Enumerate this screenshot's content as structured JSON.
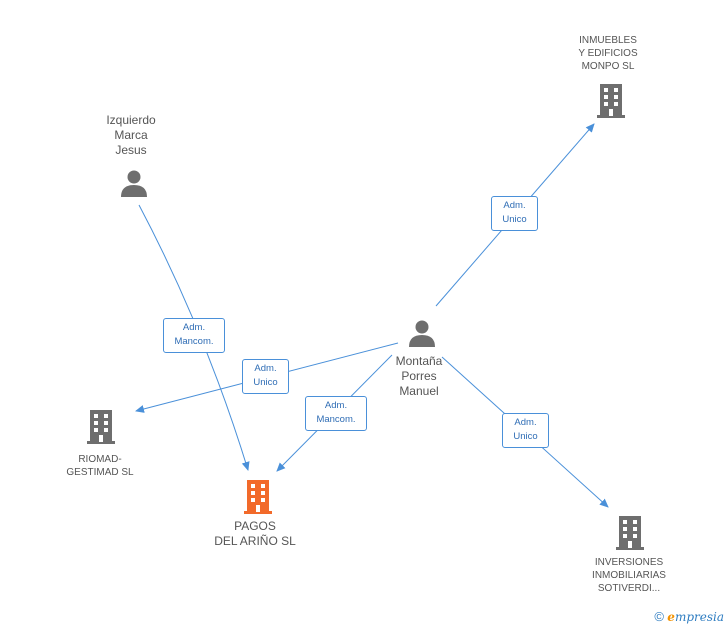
{
  "colors": {
    "edge": "#4a90d9",
    "node_gray": "#6e6e6e",
    "node_focus": "#f26a2a",
    "role_border": "#4a90d9",
    "role_text": "#2f6db5"
  },
  "nodes": {
    "izquierdo": {
      "label": "Izquierdo\nMarca\nJesus",
      "icon": "person-icon"
    },
    "montana": {
      "label": "Montaña\nPorres\nManuel",
      "icon": "person-icon"
    },
    "inmuebles": {
      "label": "INMUEBLES\nY EDIFICIOS\nMONPO  SL",
      "icon": "building-icon"
    },
    "riomad": {
      "label": "RIOMAD-\nGESTIMAD SL",
      "icon": "building-icon"
    },
    "pagos": {
      "label": "PAGOS\nDEL ARIÑO SL",
      "icon": "building-icon"
    },
    "inversiones": {
      "label": "INVERSIONES\nINMOBILIARIAS\nSOTIVERDI...",
      "icon": "building-icon"
    }
  },
  "edges": [
    {
      "from": "izquierdo",
      "to": "pagos",
      "role": "Adm.\nMancom."
    },
    {
      "from": "montana",
      "to": "inmuebles",
      "role": "Adm.\nUnico"
    },
    {
      "from": "montana",
      "to": "riomad",
      "role": "Adm.\nUnico"
    },
    {
      "from": "montana",
      "to": "pagos",
      "role": "Adm.\nMancom."
    },
    {
      "from": "montana",
      "to": "inversiones",
      "role": "Adm.\nUnico"
    }
  ],
  "brand": {
    "copyright": "©",
    "e": "e",
    "rest": "mpresia"
  }
}
